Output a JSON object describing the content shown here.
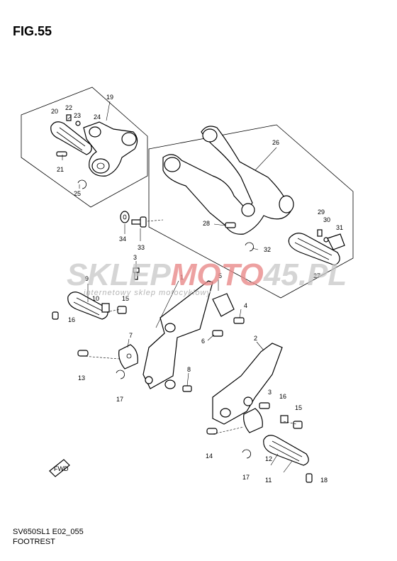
{
  "figure": {
    "title": "FIG.55",
    "model_code": "SV650SL1 E02_055",
    "section_name": "FOOTREST",
    "direction_label": "FWD"
  },
  "watermark": {
    "brand_left": "SKLEP",
    "brand_red": "MOTO",
    "brand_right": "45.PL",
    "tagline": "internetowy sklep motocyklowy"
  },
  "callouts": [
    "1",
    "2",
    "3",
    "3",
    "4",
    "5",
    "6",
    "7",
    "8",
    "9",
    "10",
    "11",
    "12",
    "13",
    "14",
    "15",
    "15",
    "16",
    "16",
    "17",
    "17",
    "18",
    "19",
    "20",
    "21",
    "22",
    "23",
    "24",
    "25",
    "26",
    "27",
    "28",
    "29",
    "30",
    "31",
    "32",
    "33",
    "34"
  ]
}
